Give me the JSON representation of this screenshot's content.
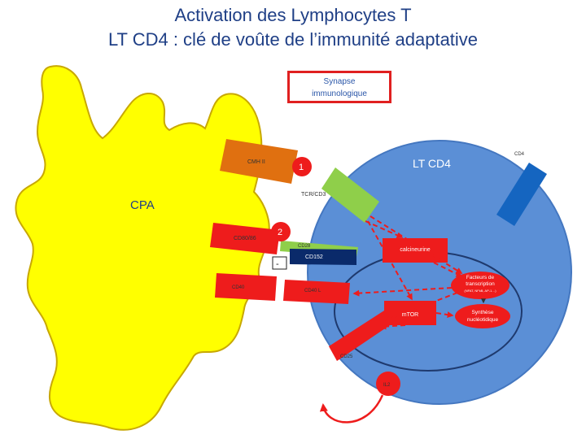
{
  "title": {
    "line1": "Activation des Lymphocytes T",
    "line2": "LT CD4 : clé de voûte de l’immunité adaptative"
  },
  "synapse": {
    "line1": "Synapse",
    "line2": "immunologique"
  },
  "cells": {
    "apc": "CPA",
    "lt": "LT CD4"
  },
  "receptors": {
    "cmh": "CMH II",
    "cd4": "CD4",
    "tcr": "TCR/CD3",
    "cd80": "CD80/86",
    "cd28": "CD28",
    "cd152": "CD152",
    "cd40": "CD40",
    "cd40l": "CD40 L",
    "cd25": "CD25",
    "il2": "IL2"
  },
  "signals": {
    "one": "1",
    "two": "2",
    "minus": "-"
  },
  "intracellular": {
    "calcineurine": "calcineurine",
    "tf_line1": "Facteurs de",
    "tf_line2": "transcription",
    "tf_line3": "(NFAT, NFkB, AP-1…)",
    "mtor": "mTOR",
    "synth_line1": "Synthèse",
    "synth_line2": "nucléotidique"
  },
  "colors": {
    "title": "#1f3f86",
    "apc": "#ffff00",
    "lt_cell": "#5b8fd6",
    "nucleus_border": "#1f3a6e",
    "red": "#ee1c1c",
    "orange": "#e07010",
    "green": "#8fcf4a",
    "navy": "#0a2a6a",
    "blue_cd4": "#1565c0"
  }
}
